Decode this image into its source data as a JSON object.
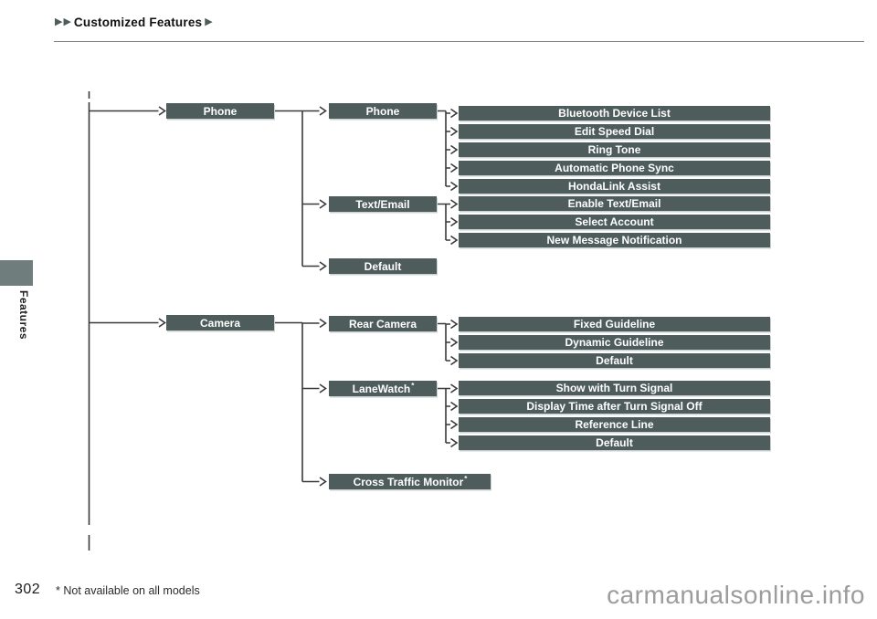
{
  "header": {
    "leading_arrows": "▶▶",
    "title": "Customized Features",
    "trailing_arrow": "▶"
  },
  "sidebar_tab": {
    "label": "Features"
  },
  "tree": {
    "phone": {
      "label": "Phone",
      "branches": [
        {
          "label": "Phone",
          "items": [
            "Bluetooth Device List",
            "Edit Speed Dial",
            "Ring Tone",
            "Automatic Phone Sync",
            "HondaLink Assist"
          ]
        },
        {
          "label": "Text/Email",
          "items": [
            "Enable Text/Email",
            "Select Account",
            "New Message Notification"
          ]
        },
        {
          "label": "Default",
          "items": []
        }
      ]
    },
    "camera": {
      "label": "Camera",
      "branches": [
        {
          "label": "Rear Camera",
          "items": [
            "Fixed Guideline",
            "Dynamic Guideline",
            "Default"
          ]
        },
        {
          "label": "LaneWatch",
          "note": "*",
          "items": [
            "Show with Turn Signal",
            "Display Time after Turn Signal Off",
            "Reference Line",
            "Default"
          ]
        },
        {
          "label": "Cross Traffic Monitor",
          "note": "*",
          "items": []
        }
      ]
    }
  },
  "footer": {
    "page_number": "302",
    "footnote": "* Not available on all models"
  },
  "watermark": "carmanualsonline.info",
  "colors": {
    "box_fill": "#4e5c5c",
    "tab_fill": "#6f7d7d",
    "accent_arrow": "#4e5c5c",
    "connector_line": "#3a3a3a",
    "watermark_gray": "#9c9c9c"
  }
}
